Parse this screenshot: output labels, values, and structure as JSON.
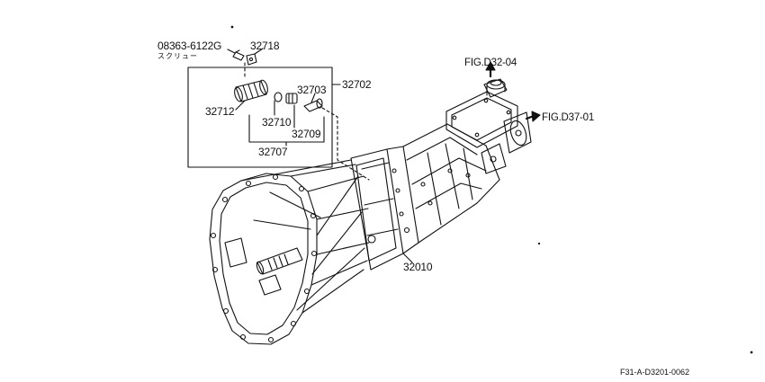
{
  "diagram": {
    "parts": {
      "screw_part_no": "08363-6122G",
      "screw_name_jp": "スクリュー",
      "p32718": "32718",
      "p32702": "32702",
      "p32703": "32703",
      "p32712": "32712",
      "p32710": "32710",
      "p32709": "32709",
      "p32707": "32707",
      "p32010": "32010"
    },
    "refs": {
      "fig_top": "FIG.D32-04",
      "fig_right": "FIG.D37-01"
    },
    "footer_code": "F31-A-D3201-0062",
    "colors": {
      "ink": "#111111",
      "background": "#ffffff"
    }
  }
}
